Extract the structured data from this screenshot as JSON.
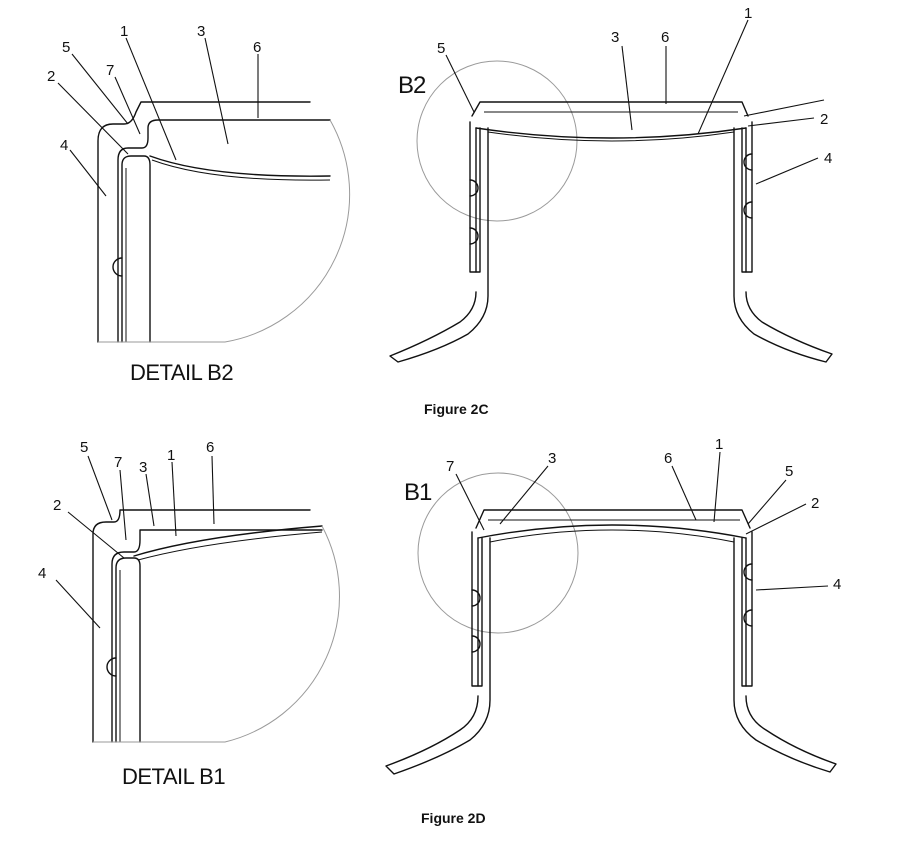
{
  "figures": [
    {
      "caption": "Figure 2C",
      "detail_caption": "DETAIL B2",
      "detail_tag": "B2",
      "detail_labels": [
        "1",
        "2",
        "3",
        "4",
        "5",
        "6",
        "7"
      ],
      "main_labels": [
        "1",
        "2",
        "3",
        "4",
        "5",
        "6"
      ]
    },
    {
      "caption": "Figure 2D",
      "detail_caption": "DETAIL B1",
      "detail_tag": "B1",
      "detail_labels": [
        "1",
        "2",
        "3",
        "4",
        "5",
        "6",
        "7"
      ],
      "main_labels": [
        "1",
        "2",
        "3",
        "4",
        "5",
        "6",
        "7"
      ]
    }
  ]
}
